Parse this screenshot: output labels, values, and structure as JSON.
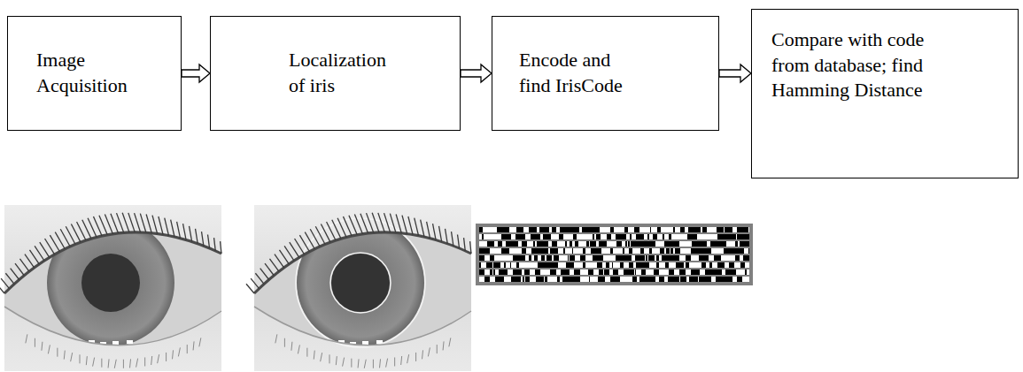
{
  "diagram": {
    "nodes": [
      {
        "text": [
          "Image Acquisition"
        ]
      },
      {
        "text": [
          "Localization of iris"
        ]
      },
      {
        "text": [
          "Encode and find IrisCode"
        ]
      },
      {
        "text": [
          "Compare with code from database; find Hamming Distance"
        ]
      }
    ],
    "edges": [
      {
        "from": 0,
        "to": 1,
        "arrow": "to"
      },
      {
        "from": 1,
        "to": 2,
        "arrow": "to"
      },
      {
        "from": 2,
        "to": 3,
        "arrow": "to"
      }
    ]
  }
}
